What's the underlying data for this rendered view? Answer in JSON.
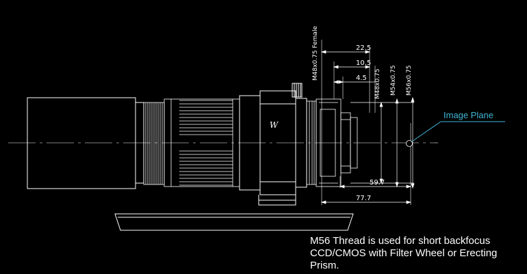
{
  "callout": {
    "label": "Image Plane",
    "color": "#3fb6d6"
  },
  "threads": {
    "female": "M48x0.75 Female",
    "m48": "M48x0.75",
    "m54": "M54x0.75",
    "m56": "M56x0.75"
  },
  "dimensions": {
    "d1": "22.5",
    "d2": "10.5",
    "d3": "4.5",
    "d4": "59.7",
    "d5": "77.7"
  },
  "logo": "W",
  "caption": {
    "line1": "M56 Thread is used for short backfocus",
    "line2": "CCD/CMOS with Filter Wheel or Erecting",
    "line3": "Prism."
  }
}
